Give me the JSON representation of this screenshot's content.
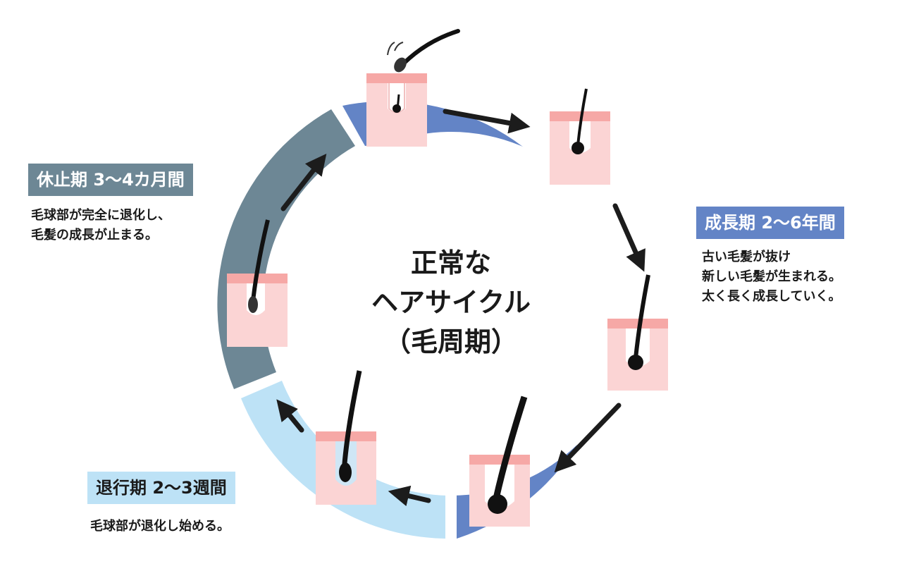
{
  "center": {
    "title": [
      "正常な",
      "ヘアサイクル",
      "（毛周期）"
    ]
  },
  "phases": {
    "growth": {
      "label": "成長期  2〜6年間",
      "desc": [
        "古い毛髪が抜け",
        "新しい毛髪が生まれる。",
        "太く長く成長していく。"
      ],
      "color": "#6384c6",
      "text_color": "#ffffff"
    },
    "catagen": {
      "label": "退行期  2〜3週間",
      "desc": [
        "毛球部が退化し始める。"
      ],
      "color": "#bde2f6",
      "text_color": "#1a1a1a"
    },
    "telogen": {
      "label": "休止期  3〜4カ月間",
      "desc": [
        "毛球部が完全に退化し、",
        "毛髪の成長が止まる。"
      ],
      "color": "#6d8795",
      "text_color": "#ffffff"
    }
  },
  "icons": {
    "follicle": "hair-follicle-icon",
    "arrow": "cycle-arrow-icon"
  },
  "colors": {
    "skin": "#fbd4d4",
    "skin_top": "#f6a8a6",
    "hair": "#111111",
    "arrow": "#1c1c1c"
  }
}
